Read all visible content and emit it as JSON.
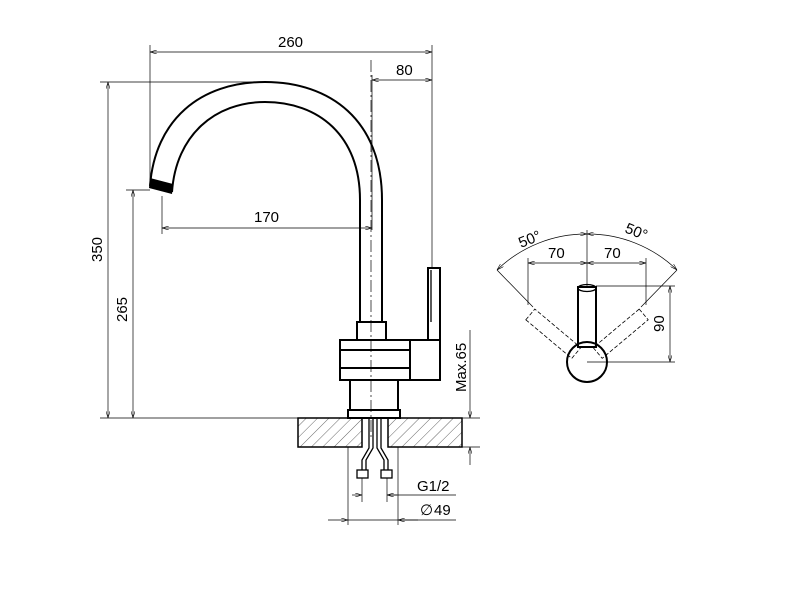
{
  "drawing": {
    "front_view": {
      "width_total": "260",
      "spout_offset": "80",
      "height_total": "350",
      "spout_height": "265",
      "spout_reach": "170",
      "max_counter_thickness": "Max.65",
      "thread": "G1/2",
      "hole_diameter_symbol": "∅",
      "hole_diameter": "49"
    },
    "top_view": {
      "angle_left": "50°",
      "angle_right": "50°",
      "offset_left": "70",
      "offset_right": "70",
      "lever_height": "90"
    }
  }
}
